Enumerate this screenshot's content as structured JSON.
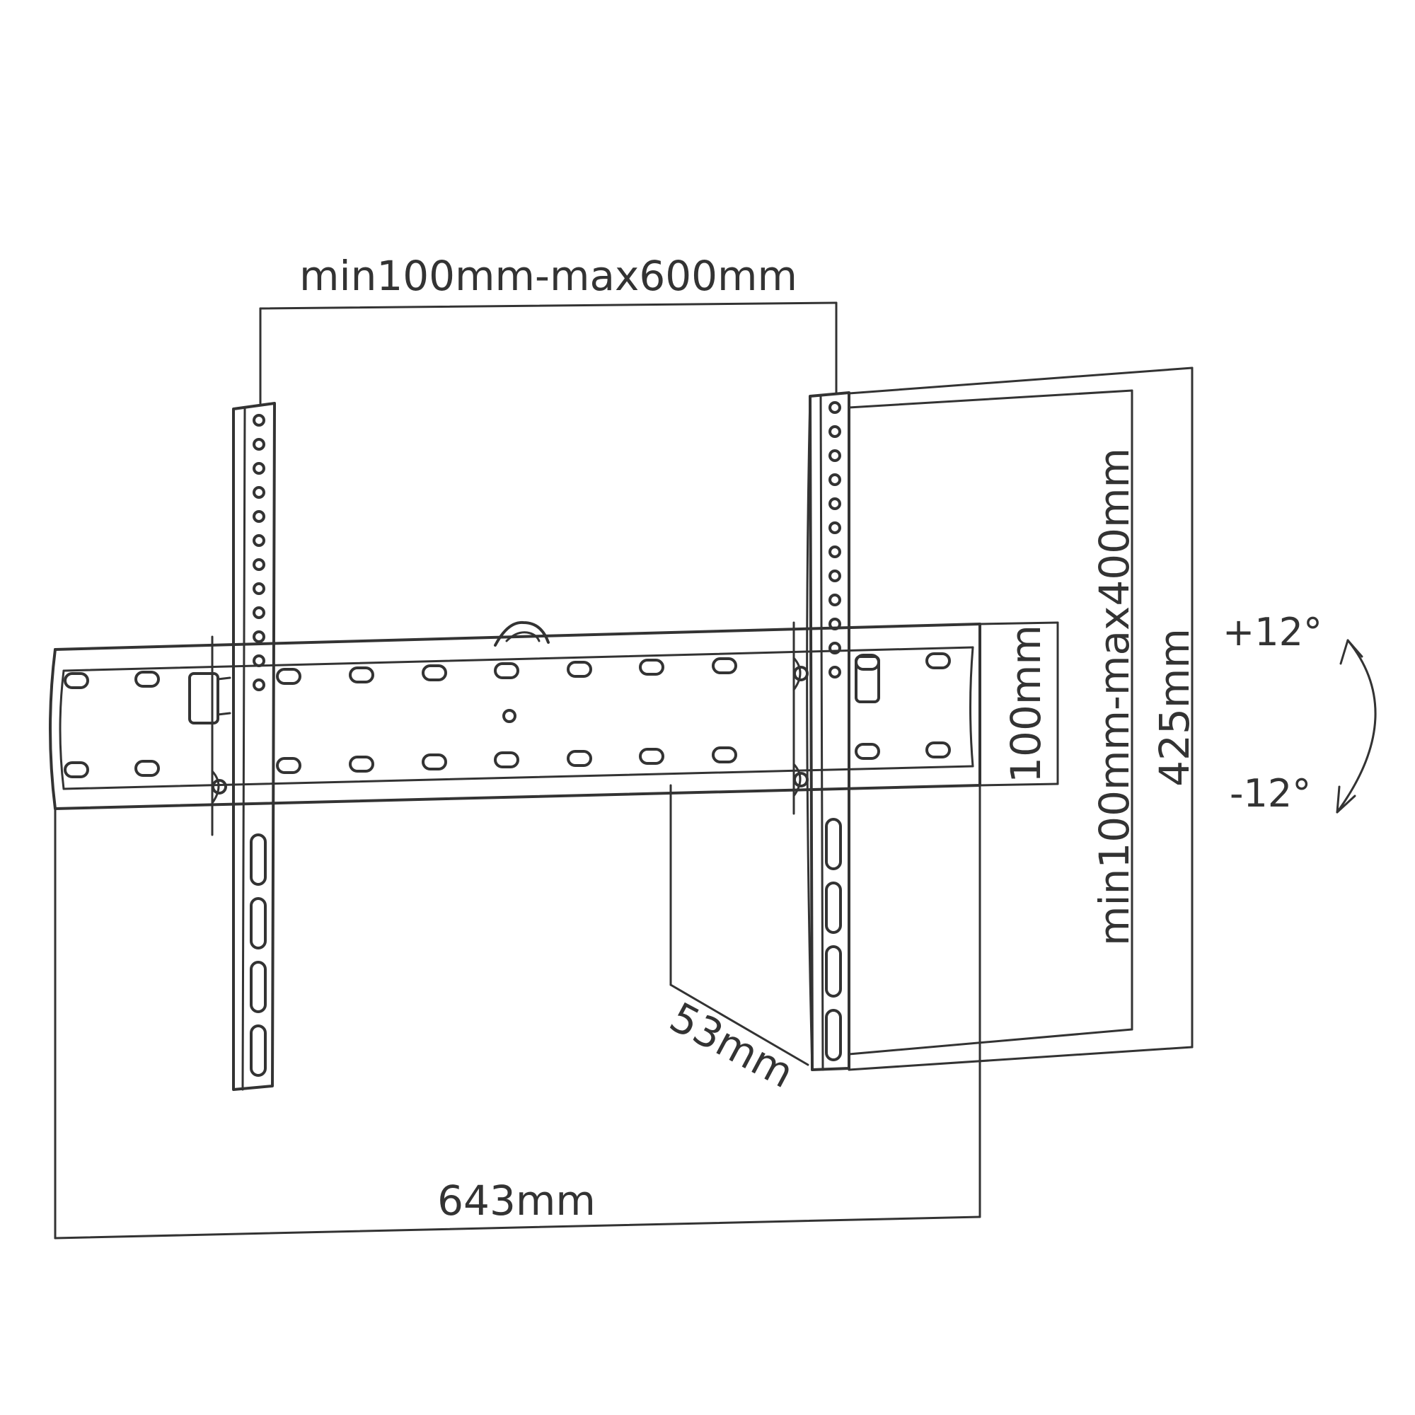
{
  "diagram": {
    "labels": {
      "horizontal_spacing": "min100mm-max600mm",
      "vertical_spacing": "min100mm-max400mm",
      "overall_height": "425mm",
      "rail_height": "100mm",
      "depth": "53mm",
      "overall_width": "643mm",
      "tilt_up": "+12°",
      "tilt_down": "-12°"
    },
    "colors": {
      "line": "#333333",
      "background": "#ffffff"
    }
  }
}
